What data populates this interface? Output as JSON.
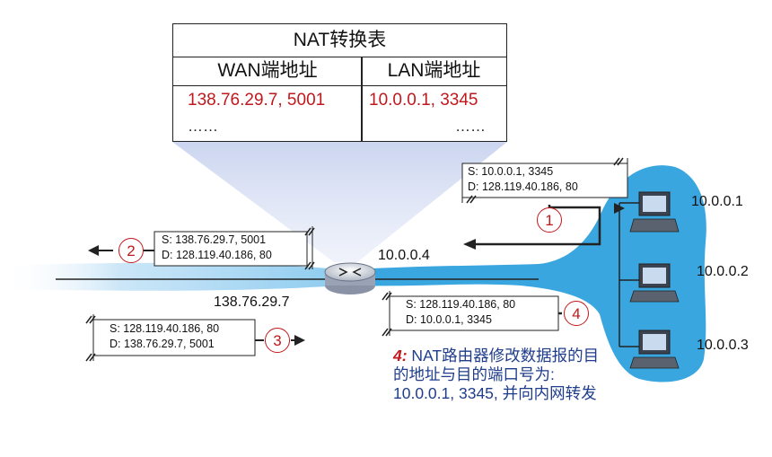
{
  "nat_table": {
    "title": "NAT转换表",
    "headers": [
      "WAN端地址",
      "LAN端地址"
    ],
    "rows": [
      [
        "138.76.29.7, 5001",
        "10.0.0.1, 3345"
      ],
      [
        "……",
        "……"
      ]
    ]
  },
  "router": {
    "lan_ip": "10.0.0.4",
    "wan_ip": "138.76.29.7"
  },
  "hosts": [
    "10.0.0.1",
    "10.0.0.2",
    "10.0.0.3"
  ],
  "packets": {
    "p1": {
      "step": "1",
      "src": "S: 10.0.0.1, 3345",
      "dst": "D: 128.119.40.186, 80"
    },
    "p2": {
      "step": "2",
      "src": "S: 138.76.29.7, 5001",
      "dst": "D: 128.119.40.186, 80"
    },
    "p3": {
      "step": "3",
      "src": "S: 128.119.40.186, 80",
      "dst": "D: 138.76.29.7, 5001"
    },
    "p4": {
      "step": "4",
      "src": "S: 128.119.40.186, 80",
      "dst": "D: 10.0.0.1, 3345"
    }
  },
  "explanation": {
    "step": "4:",
    "text": " NAT路由器修改数据报的目的地址与目的端口号为: 10.0.0.1, 3345, 并向内网转发"
  },
  "colors": {
    "accent_red": "#c0181c",
    "text_blue": "#1f3d8a",
    "lan_blue": "#3aa6e0"
  }
}
